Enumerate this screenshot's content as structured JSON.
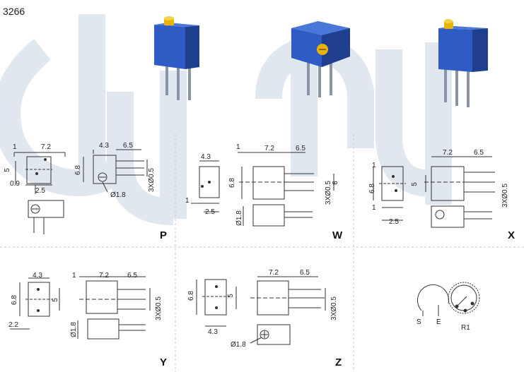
{
  "title": "3266",
  "variants": {
    "p": {
      "label": "P"
    },
    "w": {
      "label": "W"
    },
    "x": {
      "label": "X"
    },
    "y": {
      "label": "Y"
    },
    "z": {
      "label": "Z"
    }
  },
  "dims": {
    "p": [
      "1",
      "7.2",
      "4.3",
      "6.5",
      "5",
      "6.8",
      "3XØ0.5",
      "0.9",
      "2.5",
      "Ø1.8"
    ],
    "w": [
      "4.3",
      "1",
      "7.2",
      "6.5",
      "6.8",
      "3XØ0.5",
      "6",
      "1",
      "2.5",
      "Ø1.8"
    ],
    "x": [
      "7.2",
      "6.5",
      "1",
      "6.8",
      "5",
      "3XØ0.5",
      "1",
      "2.5"
    ],
    "y": [
      "4.3",
      "1",
      "7.2",
      "6.5",
      "6.8",
      "5",
      "3XØ0.5",
      "2.2",
      "Ø1.8"
    ],
    "z": [
      "7.2",
      "6.5",
      "6.8",
      "5",
      "3XØ0.5",
      "4.3",
      "Ø1.8"
    ]
  },
  "schematic": {
    "s": "S",
    "e": "E",
    "r1": "R1"
  },
  "colors": {
    "body": "#2d56b8",
    "body_dark": "#1f3f8e",
    "adjuster": "#e8b400",
    "watermark": "#dfe6ef",
    "line": "#333333"
  }
}
